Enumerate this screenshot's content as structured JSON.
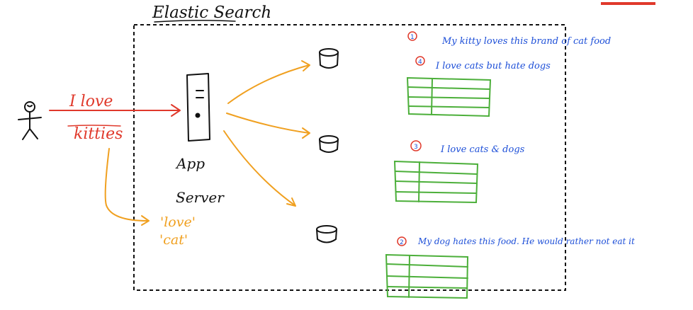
{
  "title": "Elastic Search",
  "query": {
    "line1": "I love",
    "line2": "kitties"
  },
  "app_server": {
    "line1": "App",
    "line2": "Server"
  },
  "tokens": [
    "'love'",
    "'cat'"
  ],
  "documents": [
    {
      "number": "1",
      "text": "My kitty loves this brand of cat food"
    },
    {
      "number": "4",
      "text": "I love cats but hate dogs"
    },
    {
      "number": "3",
      "text": "I love cats & dogs"
    },
    {
      "number": "2",
      "text": "My dog hates this food. He would rather not eat it"
    }
  ],
  "colors": {
    "ink": "#111111",
    "query": "#e0392b",
    "arrows": "#f0a020",
    "documents": "#1d4fd8",
    "index_tables": "#4caf3a",
    "highlight": "#e0392b"
  }
}
